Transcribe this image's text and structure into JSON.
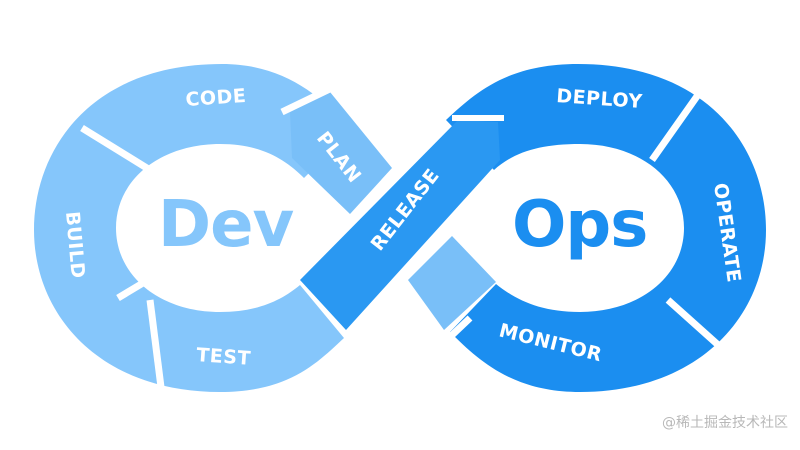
{
  "colors": {
    "dev_light": "#85c6fb",
    "dev_mid": "#79bff8",
    "ops_dark": "#1b8ef0",
    "ops_mid": "#2a98f2",
    "gap": "#ffffff"
  },
  "left_loop": {
    "word": "Dev",
    "segments": [
      "CODE",
      "PLAN",
      "BUILD",
      "TEST"
    ]
  },
  "crossing": {
    "label": "RELEASE"
  },
  "right_loop": {
    "word": "Ops",
    "segments": [
      "DEPLOY",
      "OPERATE",
      "MONITOR"
    ]
  },
  "watermark": "@稀土掘金技术社区"
}
